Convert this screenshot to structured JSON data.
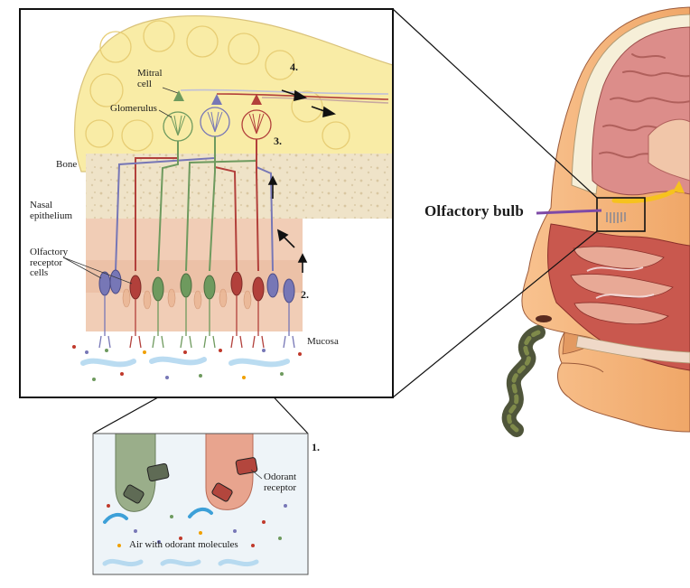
{
  "inset_labels": {
    "mitral_cell": "Mitral\ncell",
    "glomerulus": "Glomerulus",
    "bone": "Bone",
    "nasal_epithelium": "Nasal\nepithelium",
    "olfactory_receptor_cells": "Olfactory\nreceptor\ncells",
    "mucosa": "Mucosa",
    "step_1": "1.",
    "step_2": "2.",
    "step_3": "3.",
    "step_4": "4."
  },
  "zoom_labels": {
    "odorant_receptor": "Odorant\nreceptor",
    "air_with_odorant_molecules": "Air with odorant molecules"
  },
  "head_labels": {
    "olfactory_bulb": "Olfactory bulb"
  },
  "colors": {
    "bulb_yellow": "#f9eca6",
    "bone_beige": "#efe3c8",
    "epithelium_pink": "#f1cdb6",
    "neuron_red": "#b2403b",
    "neuron_green": "#6e9a5e",
    "neuron_blue": "#7777b6",
    "skin": "#f4b078",
    "brain": "#dc8d8a",
    "smoke": "#4a5030",
    "mucus_blue": "#a9d3ee"
  }
}
